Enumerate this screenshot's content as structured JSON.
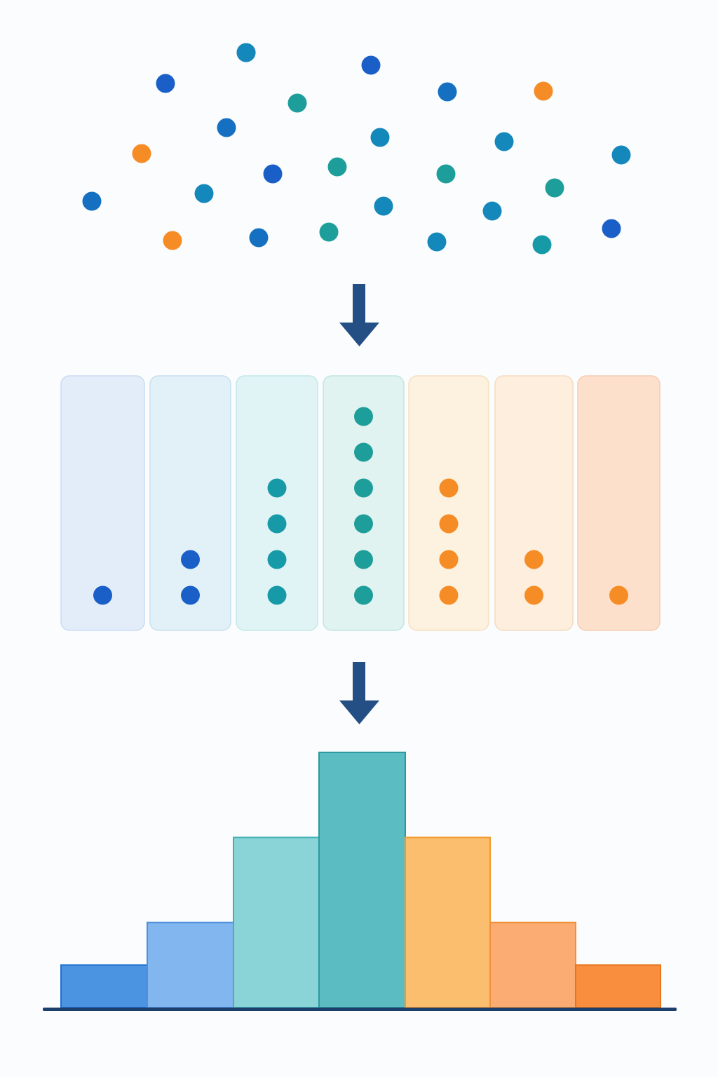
{
  "palette": {
    "blue_dark": "#1a5fc8",
    "blue": "#1570c2",
    "blue_teal": "#1488bb",
    "teal": "#179aa8",
    "teal_green": "#1e9e9a",
    "orange": "#f58c25",
    "arrow": "#244f84",
    "baseline": "#1d3f6e"
  },
  "scatter": {
    "points": [
      {
        "color": "blue_dark"
      },
      {
        "color": "blue_dark"
      },
      {
        "color": "blue_dark"
      },
      {
        "color": "blue"
      },
      {
        "color": "orange"
      },
      {
        "color": "teal_green"
      },
      {
        "color": "blue"
      },
      {
        "color": "orange"
      },
      {
        "color": "blue_teal"
      },
      {
        "color": "blue_teal"
      },
      {
        "color": "blue_teal"
      },
      {
        "color": "teal_green"
      },
      {
        "color": "teal_green"
      },
      {
        "color": "blue"
      },
      {
        "color": "blue_dark"
      },
      {
        "color": "blue_teal"
      },
      {
        "color": "blue_teal"
      },
      {
        "color": "teal_green"
      },
      {
        "color": "blue_teal"
      },
      {
        "color": "orange"
      },
      {
        "color": "blue"
      },
      {
        "color": "teal_green"
      },
      {
        "color": "blue_teal"
      },
      {
        "color": "teal"
      },
      {
        "color": "blue_dark"
      },
      {
        "color": "blue_teal"
      }
    ]
  },
  "bins": [
    {
      "count": 1,
      "bin_color": "#e3edfa",
      "bin_border": "#c9dbf3",
      "dot_color": "blue_dark"
    },
    {
      "count": 2,
      "bin_color": "#e2f0f8",
      "bin_border": "#c6e0ef",
      "dot_color": "blue_dark"
    },
    {
      "count": 4,
      "bin_color": "#e1f4f5",
      "bin_border": "#c3e6e8",
      "dot_color": "teal"
    },
    {
      "count": 6,
      "bin_color": "#e0f3f1",
      "bin_border": "#c2e5e1",
      "dot_color": "teal_green"
    },
    {
      "count": 4,
      "bin_color": "#fdf1df",
      "bin_border": "#f6e0c0",
      "dot_color": "orange"
    },
    {
      "count": 2,
      "bin_color": "#fdeedd",
      "bin_border": "#f5dcc0",
      "dot_color": "orange"
    },
    {
      "count": 1,
      "bin_color": "#fce0cc",
      "bin_border": "#f5cdb2",
      "dot_color": "orange"
    }
  ],
  "chart_data": {
    "type": "bar",
    "categories": [
      "",
      "",
      "",
      "",
      "",
      "",
      ""
    ],
    "values": [
      1,
      2,
      4,
      6,
      4,
      2,
      1
    ],
    "ylim": [
      0,
      6
    ],
    "grid": false,
    "colors": [
      {
        "fill": "#4a94e2",
        "stroke": "#2370cf"
      },
      {
        "fill": "#82b6ee",
        "stroke": "#4e90dc"
      },
      {
        "fill": "#8ad3d6",
        "stroke": "#3fb1b6"
      },
      {
        "fill": "#5bbcc1",
        "stroke": "#2a9aa0"
      },
      {
        "fill": "#fbbe6e",
        "stroke": "#f19a2c"
      },
      {
        "fill": "#fbac73",
        "stroke": "#f18f3c"
      },
      {
        "fill": "#f98e3e",
        "stroke": "#e8741e"
      }
    ]
  }
}
